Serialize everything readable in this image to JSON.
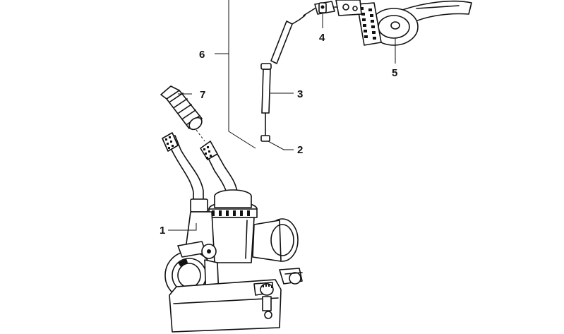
{
  "callouts": [
    {
      "id": "1",
      "text": "1"
    },
    {
      "id": "2",
      "text": "2"
    },
    {
      "id": "3",
      "text": "3"
    },
    {
      "id": "4",
      "text": "4"
    },
    {
      "id": "5",
      "text": "5"
    },
    {
      "id": "6",
      "text": "6"
    },
    {
      "id": "7",
      "text": "7"
    }
  ],
  "colors": {
    "ink": "#111111",
    "background": "#ffffff"
  }
}
